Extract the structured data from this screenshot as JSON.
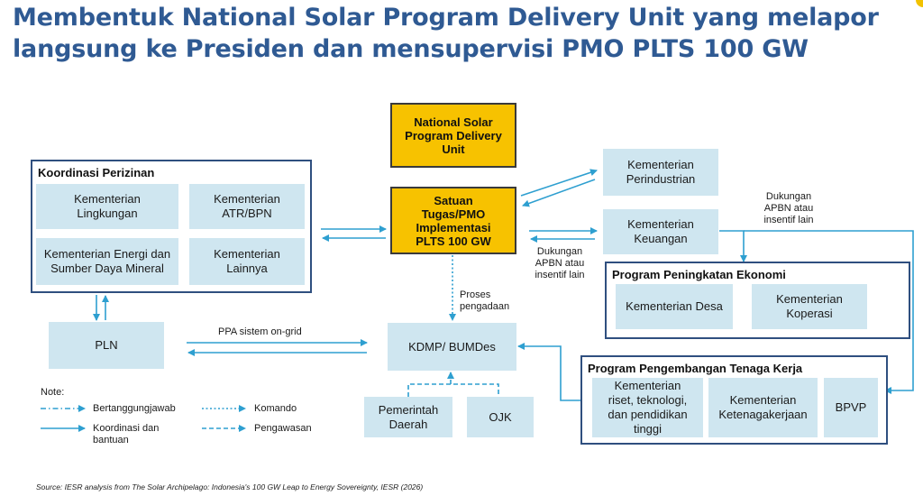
{
  "title": {
    "line1": "Membentuk National Solar Program Delivery Unit yang melapor",
    "line2": "langsung ke Presiden dan mensupervisi PMO PLTS 100 GW"
  },
  "nodes": {
    "delivery_unit": "National Solar\nProgram Delivery\nUnit",
    "satuan_tugas": "Satuan\nTugas/PMO\nImplementasi\nPLTS 100 GW",
    "kementerian_perindustrian": "Kementerian\nPerindustrian",
    "kementerian_keuangan": "Kementerian\nKeuangan",
    "pln": "PLN",
    "kdmp": "KDMP/ BUMDes",
    "pemerintah_daerah": "Pemerintah\nDaerah",
    "ojk": "OJK"
  },
  "groups": {
    "koordinasi_perizinan": {
      "title": "Koordinasi Perizinan",
      "items": [
        "Kementerian\nLingkungan",
        "Kementerian\nATR/BPN",
        "Kementerian Energi dan\nSumber Daya Mineral",
        "Kementerian\nLainnya"
      ]
    },
    "peningkatan_ekonomi": {
      "title": "Program Peningkatan Ekonomi",
      "items": [
        "Kementerian Desa",
        "Kementerian\nKoperasi"
      ]
    },
    "tenaga_kerja": {
      "title": "Program Pengembangan Tenaga Kerja",
      "items": [
        "Kementerian\nriset, teknologi,\ndan pendidikan\ntinggi",
        "Kementerian\nKetenagakerjaan",
        "BPVP"
      ]
    }
  },
  "edge_labels": {
    "dukungan_apbn_right": "Dukungan\nAPBN atau\ninsentif lain",
    "dukungan_apbn_mid": "Dukungan\nAPBN atau\ninsentif lain",
    "proses_pengadaan": "Proses\npengadaan",
    "ppa": "PPA sistem on-grid"
  },
  "legend": {
    "heading": "Note:",
    "items": [
      "Bertanggungjawab",
      "Komando",
      "Koordinasi dan\nbantuan",
      "Pengawasan"
    ]
  },
  "colors": {
    "title": "#2f5a93",
    "arrow": "#2e9fd0",
    "box_fill": "#cfe6f0",
    "highlight_fill": "#f7c200",
    "group_border": "#2f4f7f"
  },
  "source": "Source: IESR analysis from The Solar Archipelago: Indonesia's 100 GW Leap to Energy Sovereignty, IESR (2026)"
}
